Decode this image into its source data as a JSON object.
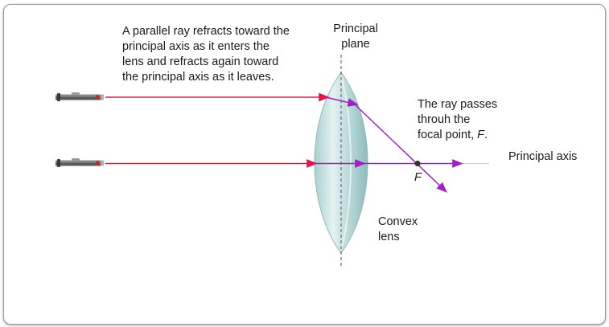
{
  "annotations": {
    "refraction_line1": "A parallel ray refracts toward the",
    "refraction_line2": "principal axis as it enters the",
    "refraction_line3": "lens and refracts again toward",
    "refraction_line4": "the principal axis as it leaves.",
    "plane_line1": "Principal",
    "plane_line2": "plane",
    "focal_line1": "The ray passes",
    "focal_line2": "throuh the",
    "focal_line3_prefix": "focal point, ",
    "focal_line3_symbol": "F",
    "focal_line3_suffix": ".",
    "axis_label": "Principal axis",
    "focal_point_label": "F",
    "lens_line1": "Convex",
    "lens_line2": "lens"
  },
  "colors": {
    "incident_ray": "#e0174a",
    "refracted_ray": "#a020c0",
    "lens_fill": "#b9d8d8",
    "axis_line": "#c8c8c8",
    "focal_dot": "#333333"
  },
  "icons": [
    "laser-pointer-icon",
    "laser-pointer-icon"
  ]
}
